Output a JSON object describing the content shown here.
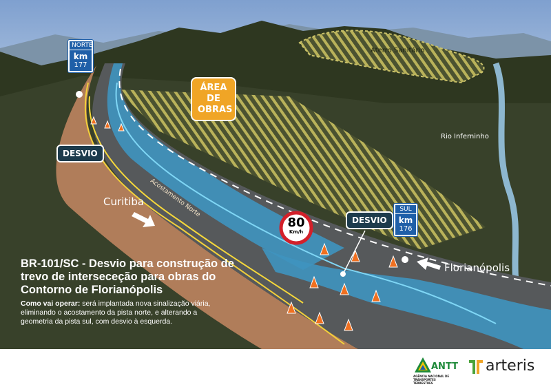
{
  "signs": {
    "north": {
      "direction": "NORTE",
      "km_label": "km",
      "km": "177"
    },
    "south": {
      "direction": "SUL",
      "km_label": "km",
      "km": "176"
    }
  },
  "callouts": {
    "desvio_left": "DESVIO",
    "desvio_right": "DESVIO",
    "work_area": [
      "ÁREA",
      "DE",
      "OBRAS"
    ]
  },
  "speed_limit": {
    "value": "80",
    "unit": "Km/h"
  },
  "places": {
    "landfill": "Aterro Sanitário",
    "river": "Rio Inferninho",
    "curitiba": "Curitiba",
    "florianopolis": "Florianópolis",
    "shoulder": "Acostamento Norte"
  },
  "title": "BR-101/SC - Desvio para construção de trevo de interseceção para obras do Contorno de Florianópolis",
  "description": {
    "lead": "Como vai operar:",
    "text": " será implantada nova sinalização viária, eliminando o acostamento da pista norte, e alterando a geometria da pista sul, com desvio à esquerda."
  },
  "logos": {
    "antt": "ANTT",
    "antt_sub": "AGÊNCIA NACIONAL DE TRANSPORTES TERRESTRES",
    "arteris": "arteris"
  },
  "colors": {
    "sky": "#86a6d2",
    "ground": "#363f26",
    "asphalt": "#57595b",
    "lane_blue": "#3e93bf",
    "shoulder": "#ad7b58",
    "orange": "#f0a526",
    "sign_blue": "#1f5fa8"
  }
}
